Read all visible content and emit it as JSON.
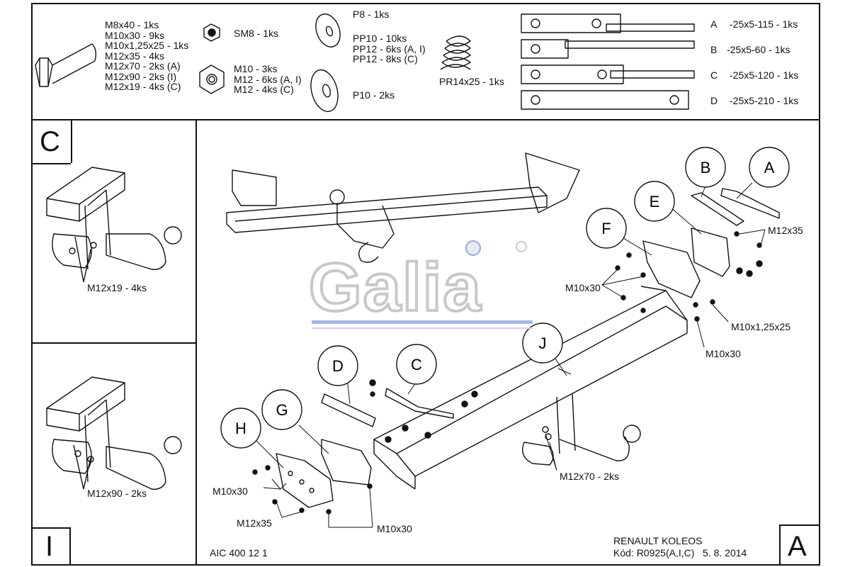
{
  "parts": {
    "bolts": [
      "M8x40 - 1ks",
      "M10x30 - 9ks",
      "M10x1,25x25 - 1ks",
      "M12x35 - 4ks",
      "M12x70 - 2ks (A)",
      "M12x90 - 2ks (I)",
      "M12x19 - 4ks (C)"
    ],
    "sm8": "SM8 - 1ks",
    "nuts": [
      "M10 - 3ks",
      "M12 - 6ks (A, I)",
      "M12 - 4ks (C)"
    ],
    "p8": "P8 - 1ks",
    "pp": [
      "PP10 - 10ks",
      "PP12 - 6ks (A, I)",
      "PP12 - 8ks (C)"
    ],
    "p10": "P10 - 2ks",
    "spring": "PR14x25 - 1ks",
    "plates": [
      {
        "letter": "A",
        "spec": "-25x5-115 - 1ks"
      },
      {
        "letter": "B",
        "spec": "-25x5-60 - 1ks"
      },
      {
        "letter": "C",
        "spec": "-25x5-120 - 1ks"
      },
      {
        "letter": "D",
        "spec": "-25x5-210 - 1ks"
      }
    ]
  },
  "panels": {
    "c_letter": "C",
    "c_label": "M12x19 - 4ks",
    "i_letter": "I",
    "i_label": "M12x90 - 2ks"
  },
  "main": {
    "callouts": [
      "A",
      "B",
      "C",
      "D",
      "E",
      "F",
      "G",
      "H",
      "J"
    ],
    "labels": {
      "m12x35_top": "M12x35",
      "m10x30_right": "M10x30",
      "m10x125": "M10x1,25x25",
      "m10x30_lower_right": "M10x30",
      "m12x70": "M12x70 - 2ks",
      "m10x30_left": "M10x30",
      "m12x35_left": "M12x35",
      "m10x30_bottom": "M10x30"
    },
    "logo": "Galia",
    "a_letter": "A"
  },
  "footer": {
    "code_left": "AIC 400 12 1",
    "vehicle": "RENAULT KOLEOS",
    "kod": "Kód: R0925(A,I,C)   5. 8. 2014"
  }
}
